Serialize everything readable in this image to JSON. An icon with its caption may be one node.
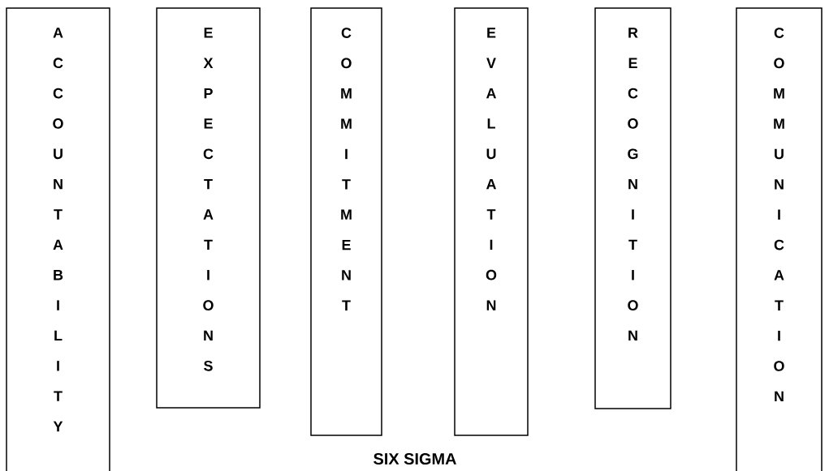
{
  "diagram": {
    "nodes": [
      {
        "text": [
          "ACCOUNTABILITY"
        ]
      },
      {
        "text": [
          "EXPECTATIONS"
        ]
      },
      {
        "text": [
          "COMMITMENT"
        ]
      },
      {
        "text": [
          "EVALUATION"
        ]
      },
      {
        "text": [
          "RECOGNITION"
        ]
      },
      {
        "text": [
          "COMMUNICATION"
        ]
      }
    ],
    "labels": [
      "SIX SIGMA"
    ]
  }
}
